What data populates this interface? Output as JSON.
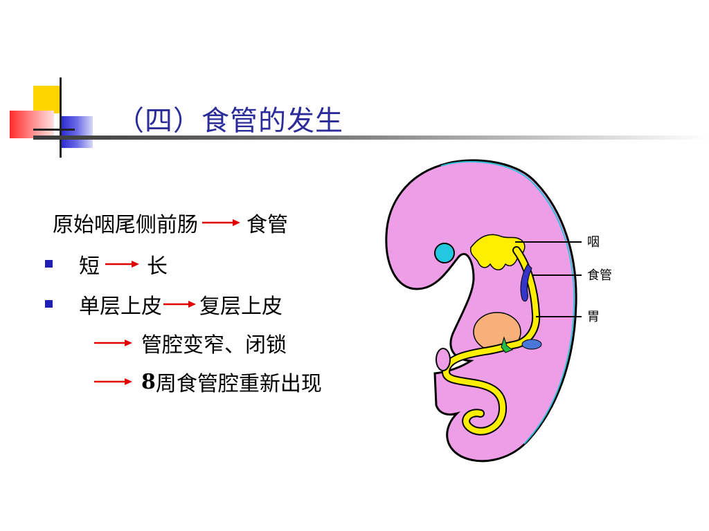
{
  "title": "（四）食管的发生",
  "content": {
    "intro": {
      "left": "原始咽尾侧前肠",
      "right": "食管"
    },
    "bullet1": {
      "left": "短",
      "right": "长"
    },
    "bullet2": {
      "left": "单层上皮",
      "right": "复层上皮"
    },
    "sub1": "管腔变窄、闭锁",
    "sub2": {
      "num": "8",
      "text": "周食管腔重新出现"
    }
  },
  "diagram": {
    "labels": {
      "pharynx": "咽",
      "esophagus": "食管",
      "stomach": "胃"
    }
  },
  "colors": {
    "title": "#2b2b9a",
    "bullet": "#1f1fb4",
    "arrow": "#e00000",
    "embryo": "#ee9ee6",
    "gut": "#ffee00"
  }
}
